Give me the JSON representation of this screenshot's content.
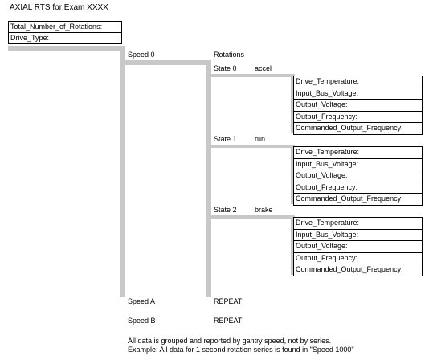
{
  "title": "AXIAL RTS for Exam XXXX",
  "header_fields": [
    "Total_Number_of_Rotations:",
    "Drive_Type:"
  ],
  "speed0": {
    "label": "Speed 0",
    "rotations_label": "Rotations"
  },
  "states": [
    {
      "state": "State 0",
      "mode": "accel",
      "fields": [
        "Drive_Temperature:",
        "Input_Bus_Voltage:",
        "Output_Voltage:",
        "Output_Frequency:",
        "Commanded_Output_Frequency:"
      ]
    },
    {
      "state": "State 1",
      "mode": "run",
      "fields": [
        "Drive_Temperature:",
        "Input_Bus_Voltage:",
        "Output_Voltage:",
        "Output_Frequency:",
        "Commanded_Output_Frequency:"
      ]
    },
    {
      "state": "State 2",
      "mode": "brake",
      "fields": [
        "Drive_Temperature:",
        "Input_Bus_Voltage:",
        "Output_Voltage:",
        "Output_Frequency:",
        "Commanded_Output_Frequency:"
      ]
    }
  ],
  "speedA": {
    "label": "Speed A",
    "repeat": "REPEAT"
  },
  "speedB": {
    "label": "Speed B",
    "repeat": "REPEAT"
  },
  "footnotes": [
    "All data is grouped and reported by gantry speed, not by series.",
    "Example: All data for 1 second rotation series is found in \"Speed 1000\""
  ]
}
